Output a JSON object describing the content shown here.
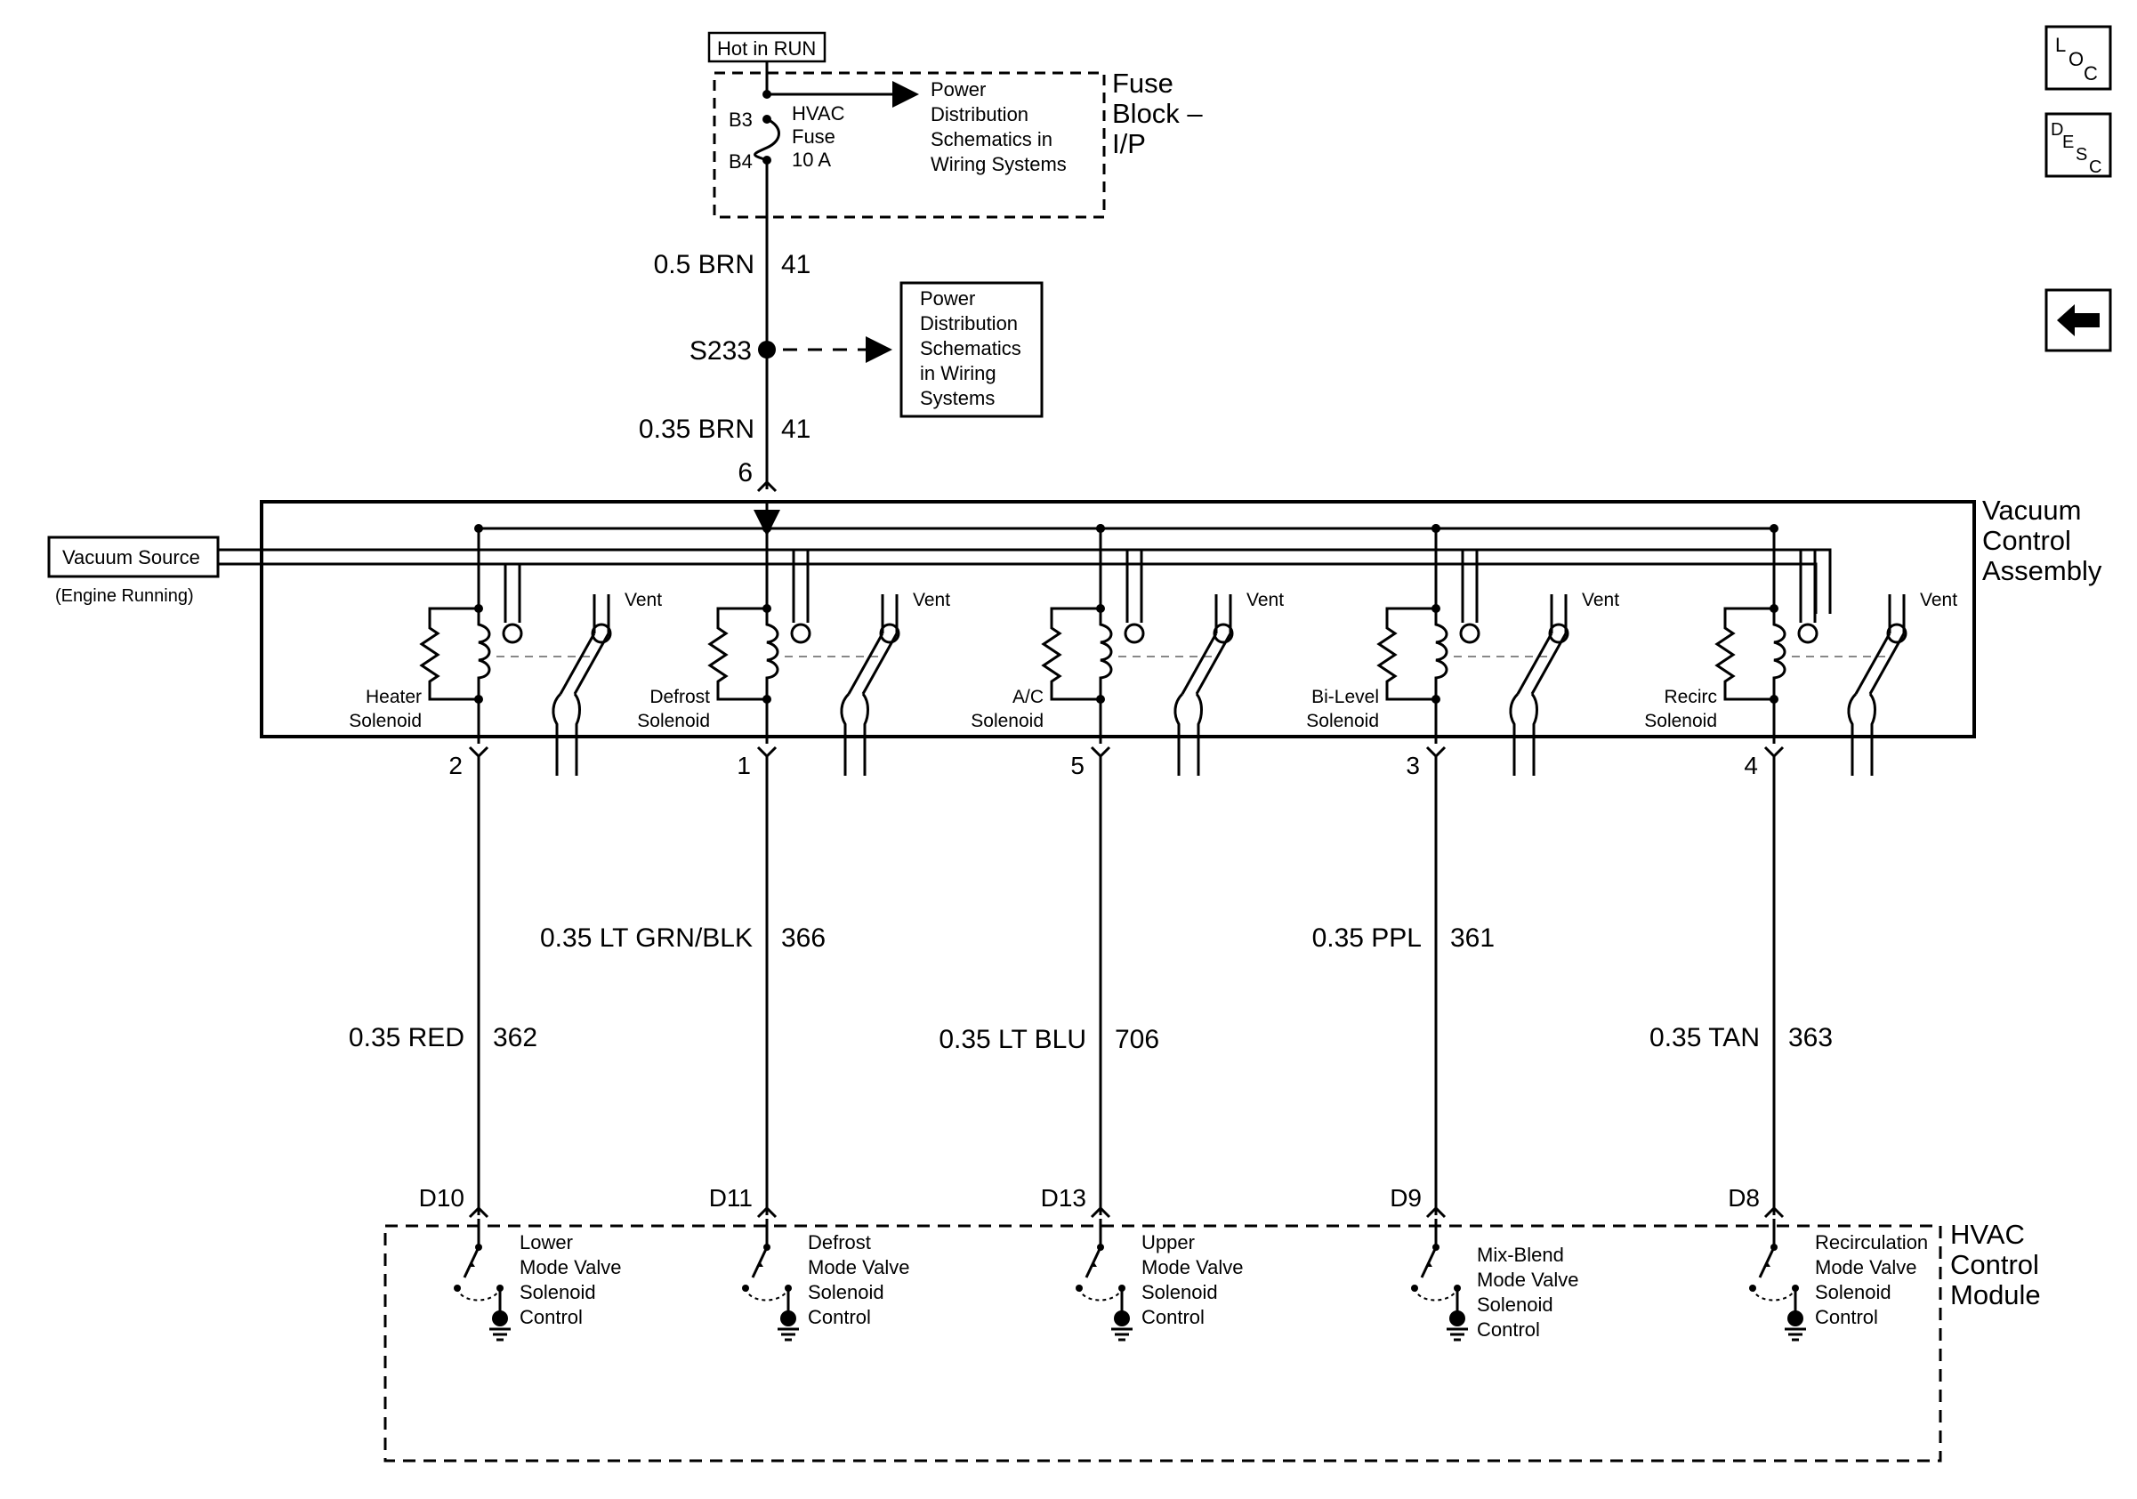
{
  "hot_in_run": "Hot in RUN",
  "fuse_block": {
    "title": [
      "Fuse",
      "Block –",
      "I/P"
    ],
    "pin_top": "B3",
    "pin_bottom": "B4",
    "fuse_label": [
      "HVAC",
      "Fuse",
      "10 A"
    ],
    "power_dist_ref": [
      "Power",
      "Distribution",
      "Schematics in",
      "Wiring Systems"
    ]
  },
  "feed_wires": [
    {
      "gauge_color": "0.5 BRN",
      "circuit": "41"
    },
    {
      "gauge_color": "0.35 BRN",
      "circuit": "41"
    }
  ],
  "splice": {
    "name": "S233",
    "ref": [
      "Power",
      "Distribution",
      "Schematics",
      "in Wiring",
      "Systems"
    ]
  },
  "vca_pin": "6",
  "vacuum_source": {
    "label": "Vacuum Source",
    "sub": "(Engine Running)"
  },
  "vca_title": [
    "Vacuum",
    "Control",
    "Assembly"
  ],
  "vent_label": "Vent",
  "solenoids": [
    {
      "name": [
        "Heater",
        "Solenoid"
      ],
      "pin": "2",
      "wire": "0.35 RED",
      "circuit": "362",
      "module_pin": "D10",
      "control": [
        "Lower",
        "Mode Valve",
        "Solenoid",
        "Control"
      ]
    },
    {
      "name": [
        "Defrost",
        "Solenoid"
      ],
      "pin": "1",
      "wire": "0.35 LT GRN/BLK",
      "circuit": "366",
      "module_pin": "D11",
      "control": [
        "Defrost",
        "Mode Valve",
        "Solenoid",
        "Control"
      ]
    },
    {
      "name": [
        "A/C",
        "Solenoid"
      ],
      "pin": "5",
      "wire": "0.35 LT BLU",
      "circuit": "706",
      "module_pin": "D13",
      "control": [
        "Upper",
        "Mode Valve",
        "Solenoid",
        "Control"
      ]
    },
    {
      "name": [
        "Bi-Level",
        "Solenoid"
      ],
      "pin": "3",
      "wire": "0.35 PPL",
      "circuit": "361",
      "module_pin": "D9",
      "control": [
        "Mix-Blend",
        "Mode Valve",
        "Solenoid",
        "Control"
      ]
    },
    {
      "name": [
        "Recirc",
        "Solenoid"
      ],
      "pin": "4",
      "wire": "0.35 TAN",
      "circuit": "363",
      "module_pin": "D8",
      "control": [
        "Recirculation",
        "Mode Valve",
        "Solenoid",
        "Control"
      ]
    }
  ],
  "hvac_module_title": [
    "HVAC",
    "Control",
    "Module"
  ],
  "nav": {
    "loc": {
      "a": "L",
      "b": "O",
      "c": "C"
    },
    "desc": {
      "a": "D",
      "b": "E",
      "c": "S",
      "d": "C"
    },
    "back_icon": "left-arrow-icon"
  }
}
